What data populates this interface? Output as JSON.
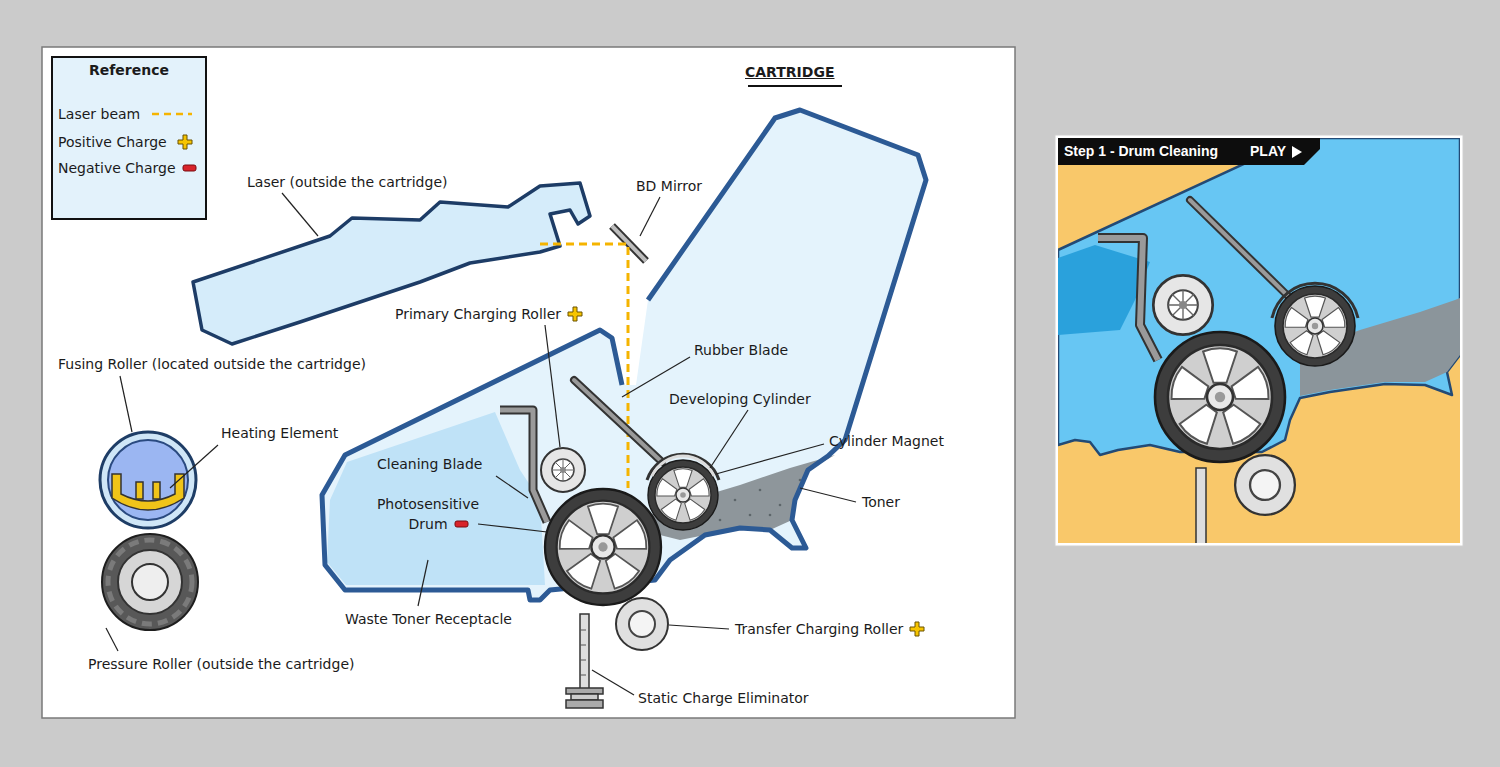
{
  "diagram": {
    "title": "CARTRIDGE",
    "nodes": [
      {
        "text": [
          "Step 1 - Drum Cleaning",
          "PLAY"
        ]
      }
    ],
    "labels": [
      "Reference",
      "Laser (outside the cartridge)",
      "BD Mirror",
      "Primary Charging Roller",
      "Rubber Blade",
      "Fusing Roller (located outside the cartridge)",
      "Developing Cylinder",
      "Heating Element",
      "Cylinder Magnet",
      "Cleaning Blade",
      "Photosensitive Drum",
      "Toner",
      "Waste Toner Receptacle",
      "Transfer Charging Roller",
      "Pressure Roller (outside the cartridge)",
      "Static Charge Eliminator"
    ],
    "legend": [
      {
        "text": "Laser beam"
      },
      {
        "text": "Positive Charge"
      },
      {
        "text": "Negative Charge"
      }
    ]
  }
}
